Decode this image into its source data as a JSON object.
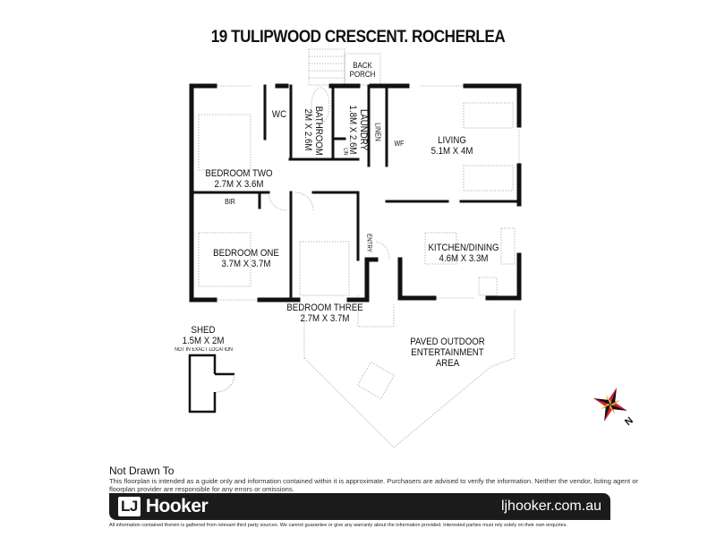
{
  "title": "19 TULIPWOOD CRESCENT.  ROCHERLEA",
  "rooms": {
    "back_porch": {
      "name": "BACK\nPORCH"
    },
    "wc": {
      "name": "WC"
    },
    "bathroom": {
      "name": "BATHROOM",
      "size": "2M X 2.6M"
    },
    "laundry": {
      "name": "LAUNDRY",
      "size": "1.8M X 2.6M"
    },
    "linen": {
      "name": "LINEN"
    },
    "lin": {
      "name": "LIN"
    },
    "wf": {
      "name": "WF"
    },
    "living": {
      "name": "LIVING",
      "size": "5.1M X 4M"
    },
    "bedroom_two": {
      "name": "BEDROOM TWO",
      "size": "2.7M X 3.6M"
    },
    "bir": {
      "name": "BIR"
    },
    "bedroom_one": {
      "name": "BEDROOM ONE",
      "size": "3.7M X 3.7M"
    },
    "bedroom_three": {
      "name": "BEDROOM THREE",
      "size": "2.7M X 3.7M"
    },
    "entry": {
      "name": "ENTRY"
    },
    "kitchen_dining": {
      "name": "KITCHEN/DINING",
      "size": "4.6M X 3.3M"
    },
    "outdoor": {
      "line1": "PAVED OUTDOOR",
      "line2": "ENTERTAINMENT",
      "line3": "AREA"
    },
    "shed": {
      "name": "SHED",
      "size": "1.5M X 2M",
      "note": "NOT IN EXACT LOCATION"
    }
  },
  "compass": {
    "label": "N",
    "colors": {
      "primary": "#d8203a",
      "secondary": "#f0b73a",
      "dark": "#111111"
    }
  },
  "disclaimer": {
    "title": "Not Drawn To",
    "body": "This floorplan is intended as a guide only and information contained within it is approximate. Purchasers are advised to verify the information. Neither the vendor, listing agent or floorplan provider are responsible for any errors or omissions."
  },
  "banner": {
    "logo_mark": "LJ",
    "logo_text": "Hooker",
    "url": "ljhooker.com.au",
    "bg": "#1b1b1b"
  },
  "fineprint": "All information contained therein is gathered from relevant third party sources. We cannot guarantee or give any warranty about the information provided. Interested parties must rely solely on their own enquiries."
}
